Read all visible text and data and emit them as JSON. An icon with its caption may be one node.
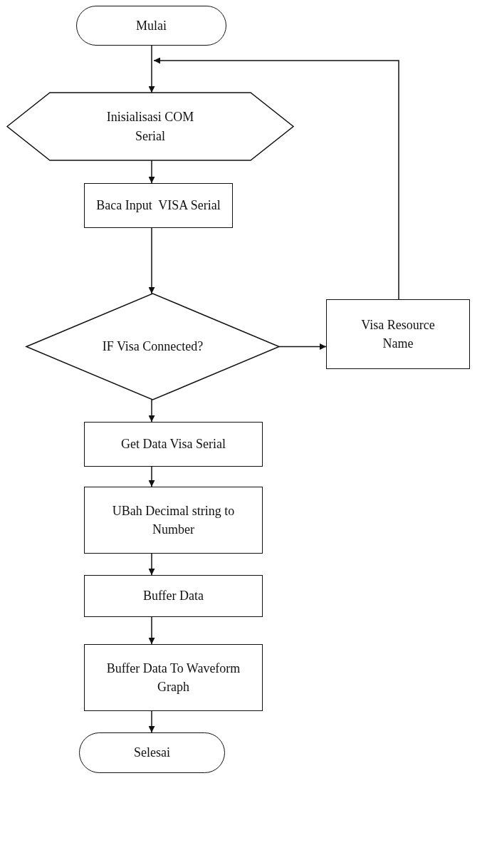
{
  "diagram": {
    "nodes": [
      {
        "text": [
          "Mulai"
        ]
      },
      {
        "text": [
          "Inisialisasi COM Serial"
        ]
      },
      {
        "text": [
          "Baca Input  VISA Serial"
        ]
      },
      {
        "text": [
          "IF Visa Connected?"
        ]
      },
      {
        "text": [
          "Visa Resource Name"
        ]
      },
      {
        "text": [
          "Get Data Visa Serial"
        ]
      },
      {
        "text": [
          "UBah Decimal string to Number"
        ]
      },
      {
        "text": [
          "Buffer Data"
        ]
      },
      {
        "text": [
          "Buffer Data To Waveform Graph"
        ]
      },
      {
        "text": [
          "Selesai"
        ]
      }
    ],
    "edges": [
      {
        "from": 0,
        "to": 1,
        "arrow": "to"
      },
      {
        "from": 1,
        "to": 2,
        "arrow": "to"
      },
      {
        "from": 2,
        "to": 3,
        "arrow": "to"
      },
      {
        "from": 3,
        "to": 4,
        "arrow": "to"
      },
      {
        "from": 4,
        "to": 1,
        "arrow": "to"
      },
      {
        "from": 3,
        "to": 5,
        "arrow": "to"
      },
      {
        "from": 5,
        "to": 6,
        "arrow": "to"
      },
      {
        "from": 6,
        "to": 7,
        "arrow": "to"
      },
      {
        "from": 7,
        "to": 8,
        "arrow": "to"
      },
      {
        "from": 8,
        "to": 9,
        "arrow": "to"
      }
    ]
  }
}
